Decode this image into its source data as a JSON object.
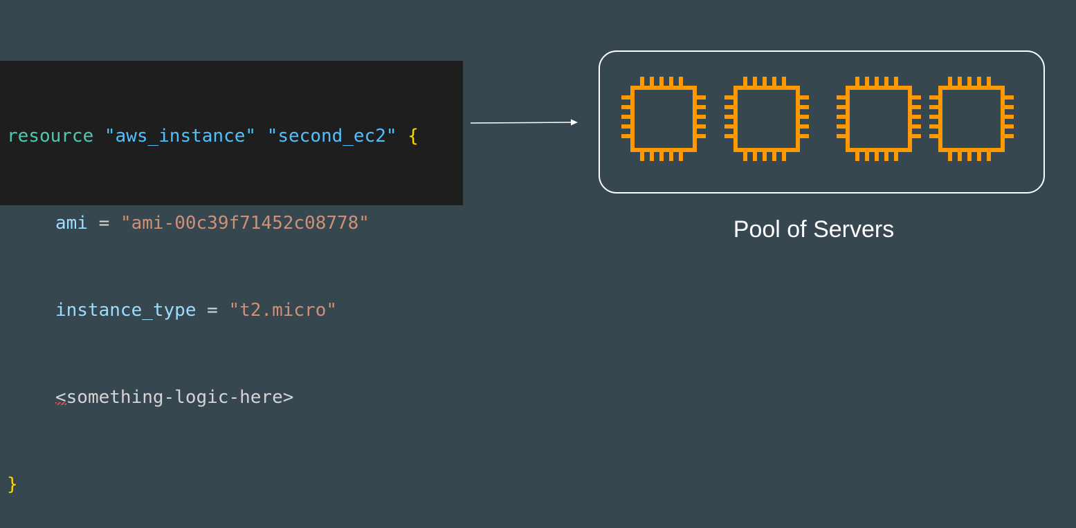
{
  "code": {
    "line1": {
      "keyword": "resource",
      "type": "\"aws_instance\"",
      "name": "\"second_ec2\"",
      "open_brace": "{"
    },
    "line2": {
      "attr": "ami",
      "eq": " = ",
      "value": "\"ami-00c39f71452c08778\""
    },
    "line3": {
      "attr": "instance_type",
      "eq": " = ",
      "value": "\"t2.micro\""
    },
    "line4": {
      "placeholder": "<something-logic-here>"
    },
    "line5": {
      "close_brace": "}"
    }
  },
  "diagram": {
    "pool_label": "Pool of Servers",
    "server_count": 4,
    "chip_icon": "cpu-chip-icon",
    "chip_color": "#ff9900"
  }
}
